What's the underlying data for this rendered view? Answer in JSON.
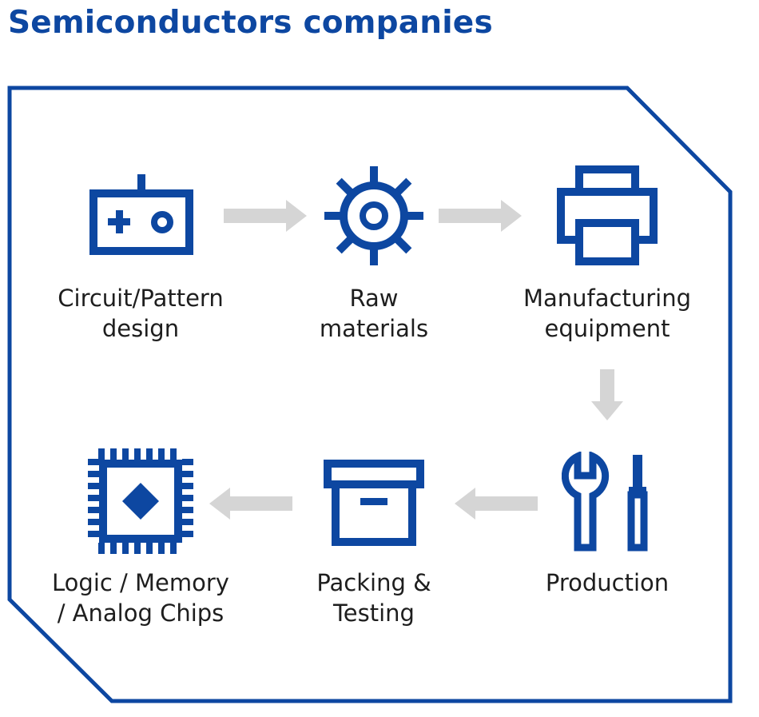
{
  "title": "Semiconductors companies",
  "colors": {
    "brand": "#0d47a1",
    "arrow": "#d5d5d5",
    "text": "#1e1e1e"
  },
  "steps": [
    {
      "icon": "circuit-board-icon",
      "lines": [
        "Circuit/Pattern",
        "design"
      ]
    },
    {
      "icon": "gear-icon",
      "lines": [
        "Raw",
        "materials"
      ]
    },
    {
      "icon": "printer-icon",
      "lines": [
        "Manufacturing",
        "equipment"
      ]
    },
    {
      "icon": "wrench-screwdriver-icon",
      "lines": [
        "Production"
      ]
    },
    {
      "icon": "box-icon",
      "lines": [
        "Packing &",
        "Testing"
      ]
    },
    {
      "icon": "chip-icon",
      "lines": [
        "Logic / Memory",
        "/ Analog Chips"
      ]
    }
  ]
}
